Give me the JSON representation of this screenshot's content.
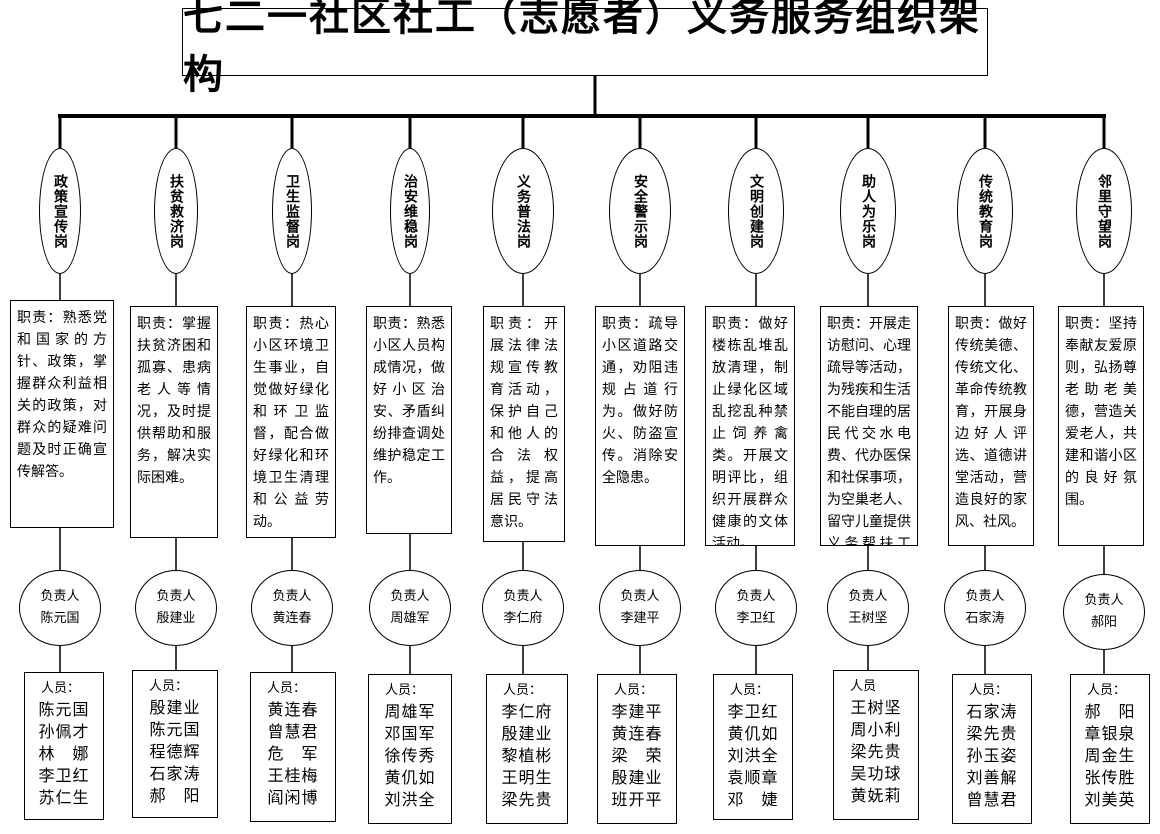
{
  "title": "七二一社区社工（志愿者）义务服务组织架构",
  "posts": [
    {
      "name": "政策宣传岗",
      "duty": "职责：熟悉党和国家的方针、政策，掌握群众利益相关的政策，对群众的疑难问题及时正确宣传解答。",
      "leader_label": "负责人",
      "leader": "陈元国",
      "members_label": "人员：",
      "members": [
        "陈元国",
        "孙佩才",
        "林　娜",
        "李卫红",
        "苏仁生"
      ]
    },
    {
      "name": "扶贫救济岗",
      "duty": "职责：掌握扶贫济困和孤寡、患病老人等情况，及时提供帮助和服务，解决实际困难。",
      "leader_label": "负责人",
      "leader": "殷建业",
      "members_label": "人员：",
      "members": [
        "殷建业",
        "陈元国",
        "程德辉",
        "石家涛",
        "郝　阳"
      ]
    },
    {
      "name": "卫生监督岗",
      "duty": "职责：热心小区环境卫生事业，自觉做好绿化和环卫监督，配合做好绿化和环境卫生清理和公益劳动。",
      "leader_label": "负责人",
      "leader": "黄连春",
      "members_label": "人员：",
      "members": [
        "黄连春",
        "曾慧君",
        "危　军",
        "王桂梅",
        "阎闲博"
      ]
    },
    {
      "name": "治安维稳岗",
      "duty": "职责：熟悉小区人员构成情况，做好小区治安、矛盾纠纷排查调处维护稳定工作。",
      "leader_label": "负责人",
      "leader": "周雄军",
      "members_label": "人员：",
      "members": [
        "周雄军",
        "邓国军",
        "徐传秀",
        "黄仉如",
        "刘洪全"
      ]
    },
    {
      "name": "义务普法岗",
      "duty": "职责：开展法律法规宣传教育活动，保护自己和他人的合法权益，提高居民守法意识。",
      "leader_label": "负责人",
      "leader": "李仁府",
      "members_label": "人员：",
      "members": [
        "李仁府",
        "殷建业",
        "黎植彬",
        "王明生",
        "梁先贵"
      ]
    },
    {
      "name": "安全警示岗",
      "duty": "职责：疏导小区道路交通，劝阻违规占道行为。做好防火、防盗宣传。消除安全隐患。",
      "leader_label": "负责人",
      "leader": "李建平",
      "members_label": "人员：",
      "members": [
        "李建平",
        "黄连春",
        "梁　荣",
        "殷建业",
        "班开平"
      ]
    },
    {
      "name": "文明创建岗",
      "duty": "职责：做好楼栋乱堆乱放清理，制止绿化区域乱挖乱种禁止饲养禽类。开展文明评比，组织开展群众健康的文体活动。",
      "leader_label": "负责人",
      "leader": "李卫红",
      "members_label": "人员：",
      "members": [
        "李卫红",
        "黄仉如",
        "刘洪全",
        "袁顺章",
        "邓　婕"
      ]
    },
    {
      "name": "助人为乐岗",
      "duty": "职责：开展走访慰问、心理疏导等活动，为残疾和生活不能自理的居民代交水电费、代办医保和社保事项，为空巢老人、留守儿童提供义务帮扶工作。",
      "leader_label": "负责人",
      "leader": "王树坚",
      "members_label": "人员",
      "members": [
        "王树坚",
        "周小利",
        "梁先贵",
        "吴功球",
        "黄妩莉"
      ]
    },
    {
      "name": "传统教育岗",
      "duty": "职责：做好传统美德、传统文化、革命传统教育，开展身边好人评选、道德讲堂活动，营造良好的家风、社风。",
      "leader_label": "负责人",
      "leader": "石家涛",
      "members_label": "人员：",
      "members": [
        "石家涛",
        "梁先贵",
        "孙玉姿",
        "刘善解",
        "曾慧君"
      ]
    },
    {
      "name": "邻里守望岗",
      "duty": "职责：坚持奉献友爱原则，弘扬尊老助老美德，营造关爱老人，共建和谐小区的良好氛围。",
      "leader_label": "负责人",
      "leader": "郝阳",
      "members_label": "人员：",
      "members": [
        "郝　阳",
        "章银泉",
        "周金生",
        "张传胜",
        "刘美英"
      ]
    }
  ]
}
